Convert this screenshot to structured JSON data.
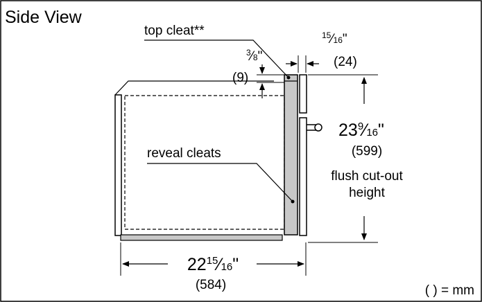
{
  "title": "Side View",
  "top_cleat": {
    "label": "top cleat**",
    "dimension": {
      "whole": "",
      "fraction_num": "3",
      "fraction_den": "8",
      "unit": "\"",
      "mm": "(9)"
    }
  },
  "flange": {
    "dimension": {
      "whole": "",
      "fraction_num": "15",
      "fraction_den": "16",
      "unit": "\"",
      "mm": "(24)"
    }
  },
  "cutout_height": {
    "dimension": {
      "whole": "23",
      "fraction_num": "9",
      "fraction_den": "16",
      "unit": "\"",
      "mm": "(599)"
    },
    "label_line1": "flush cut-out",
    "label_line2": "height"
  },
  "reveal_cleats": {
    "label": "reveal cleats"
  },
  "depth": {
    "dimension": {
      "whole": "22",
      "fraction_num": "15",
      "fraction_den": "16",
      "unit": "\"",
      "mm": "(584)"
    }
  },
  "legend": {
    "text": "( ) = mm"
  },
  "colors": {
    "line": "#000000",
    "panel_fill": "#c8c8c8",
    "background": "#ffffff"
  }
}
